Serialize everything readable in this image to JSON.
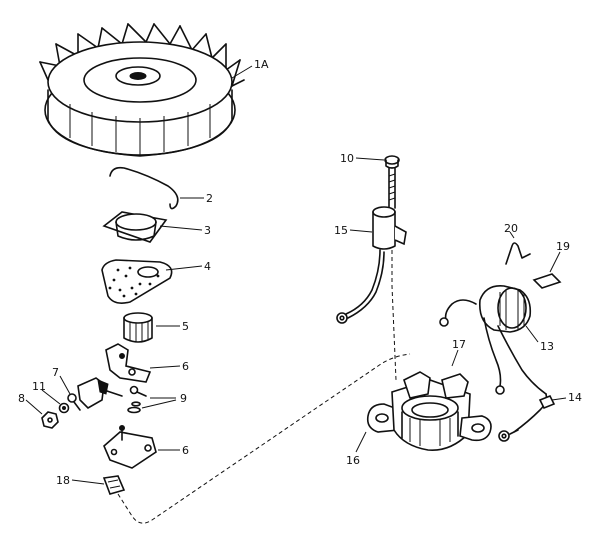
{
  "labels": {
    "flywheel": "1A",
    "spring": "2",
    "cup_washer": "3",
    "gasket": "4",
    "bushing": "5",
    "bracket_upper": "6",
    "bracket_lower": "6",
    "screw_small": "7",
    "nut": "8",
    "washers": "9",
    "screw_top": "10",
    "lockwasher": "11",
    "coil": "13",
    "lead_wire": "14",
    "condenser": "15",
    "mount_ear": "16",
    "stator_base": "17",
    "clip": "18",
    "terminal": "19",
    "spring_clip": "20"
  }
}
